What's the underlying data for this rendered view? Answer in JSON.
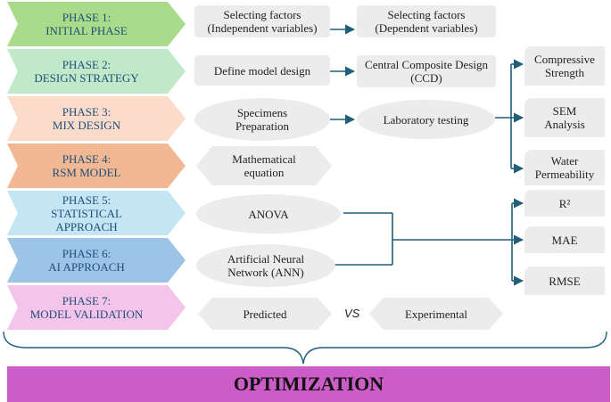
{
  "phases": [
    {
      "line1": "PHASE 1:",
      "line2": "INITIAL PHASE",
      "line3": "",
      "color": "#a9dc8a"
    },
    {
      "line1": "PHASE 2:",
      "line2": "DESIGN STRATEGY",
      "line3": "",
      "color": "#bfe9c9"
    },
    {
      "line1": "PHASE 3:",
      "line2": "MIX DESIGN",
      "line3": "",
      "color": "#fbdccb"
    },
    {
      "line1": "PHASE 4:",
      "line2": "RSM MODEL",
      "line3": "",
      "color": "#f2b894"
    },
    {
      "line1": "PHASE 5:",
      "line2": "STATISTICAL",
      "line3": "APPROACH",
      "color": "#c4e5f4"
    },
    {
      "line1": "PHASE 6:",
      "line2": "AI APPROACH",
      "line3": "",
      "color": "#9dc3e7"
    },
    {
      "line1": "PHASE 7:",
      "line2": "MODEL VALIDATION",
      "line3": "",
      "color": "#f4c4ea"
    }
  ],
  "nodes": {
    "selecting_independent": {
      "line1": "Selecting factors",
      "line2": "(Independent variables)"
    },
    "selecting_dependent": {
      "line1": "Selecting factors",
      "line2": "(Dependent variables)"
    },
    "define_model": {
      "line1": "Define model design",
      "line2": ""
    },
    "ccd": {
      "line1": "Central Composite Design",
      "line2": "(CCD)"
    },
    "specimens": {
      "line1": "Specimens",
      "line2": "Preparation"
    },
    "lab_testing": {
      "line1": "Laboratory testing",
      "line2": ""
    },
    "compressive": {
      "line1": "Compressive",
      "line2": "Strength"
    },
    "sem": {
      "line1": "SEM",
      "line2": "Analysis"
    },
    "water": {
      "line1": "Water",
      "line2": "Permeability"
    },
    "math_eq": {
      "line1": "Mathematical",
      "line2": "equation"
    },
    "anova": {
      "line1": "ANOVA",
      "line2": ""
    },
    "ann": {
      "line1": "Artificial Neural",
      "line2": "Network (ANN)"
    },
    "r2": {
      "line1": "R²",
      "line2": ""
    },
    "mae": {
      "line1": "MAE",
      "line2": ""
    },
    "rmse": {
      "line1": "RMSE",
      "line2": ""
    },
    "predicted": {
      "line1": "Predicted",
      "line2": ""
    },
    "experimental": {
      "line1": "Experimental",
      "line2": ""
    }
  },
  "vs_label": "VS",
  "optimization_label": "OPTIMIZATION",
  "colors": {
    "connector": "#1f5f7a",
    "node_fill": "#ececec",
    "phase_text": "#1f4e79",
    "optimization": "#cc5cc7"
  }
}
